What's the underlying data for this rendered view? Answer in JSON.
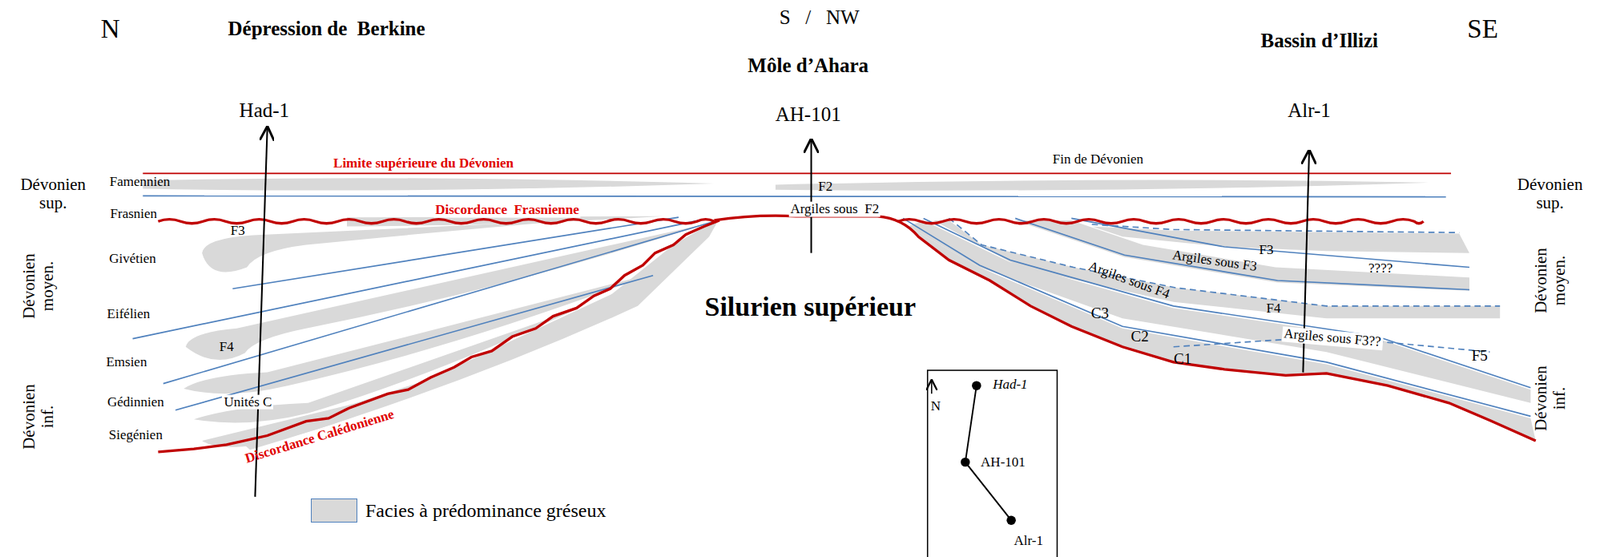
{
  "diagram": {
    "labels": [
      "N",
      "Dépression de  Berkine",
      "S   /   NW",
      "Môle d’Ahara",
      "Bassin d’Illizi",
      "SE",
      "Had-1",
      "AH-101",
      "Alr-1",
      "Limite supérieure du Dévonien",
      "Fin de Dévonien",
      "Dévonien sup.",
      "Famennien",
      "Frasnien",
      "Givétien",
      "Eifélien",
      "Emsien",
      "Gédinnien",
      "Siegénien",
      "Dévonien moyen.",
      "Dévonien inf.",
      "F2",
      "Argiles sous  F2",
      "Discordance  Frasnienne",
      "F3",
      "Silurien supérieur",
      "F4",
      "Unités C",
      "Discordance Calédonienne",
      "Dévonien sup.",
      "Dévonien moyen.",
      "Dévonien inf.",
      "F3",
      "????",
      "Argiles sous F3",
      "Argiles sous F4",
      "F4",
      "C3",
      "Argiles sous F3??",
      "C2",
      "C1",
      "F5",
      "N",
      "Had-1",
      "AH-101",
      "Alr-1"
    ],
    "legend": [
      {
        "text": "Facies à prédominance gréseux",
        "color": "#d9d9d9"
      }
    ]
  }
}
